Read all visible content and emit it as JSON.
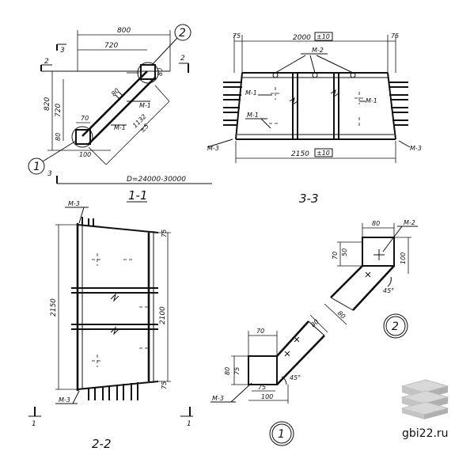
{
  "view_1_1": {
    "title": "1-1",
    "dim_800": "800",
    "dim_720_top": "720",
    "dim_820": "820",
    "dim_720_side": "720",
    "dim_80_top": "80",
    "dim_80_left": "80",
    "dim_80_bottom": "80",
    "dim_70": "70",
    "dim_100": "100",
    "dim_1132": "1132",
    "dim_tol_5": "±5",
    "diameter_note": "D=24000-30000",
    "m1_label": "M-1",
    "cut2_label": "2",
    "cut3_label": "3",
    "callout_1": "1",
    "callout_2": "2"
  },
  "view_3_3": {
    "title": "3-3",
    "dim_75_left": "75",
    "dim_2000": "2000",
    "tol_top": "±10",
    "dim_75_right": "75",
    "m2_label": "M-2",
    "m1_label": "M-1",
    "m3_label": "M-3",
    "dim_2150": "2150",
    "tol_bottom": "±10"
  },
  "view_2_2": {
    "title": "2-2",
    "m3_label": "M-3",
    "dim_2150": "2150",
    "dim_2100": "2100",
    "dim_75": "75",
    "cut1_label": "1"
  },
  "detail_1": {
    "number": "1",
    "dim_70": "70",
    "dim_80_top": "80",
    "dim_80_left": "80",
    "dim_75_left": "75",
    "dim_75_bottom": "75",
    "dim_100": "100",
    "angle": "45°",
    "m3_label": "M-3"
  },
  "detail_2": {
    "number": "2",
    "dim_80_top": "80",
    "dim_70": "70",
    "dim_50": "50",
    "dim_100": "100",
    "dim_80_diag": "80",
    "angle": "45°",
    "m2_label": "M-2"
  },
  "watermark": {
    "site": "gbi22.ru"
  }
}
